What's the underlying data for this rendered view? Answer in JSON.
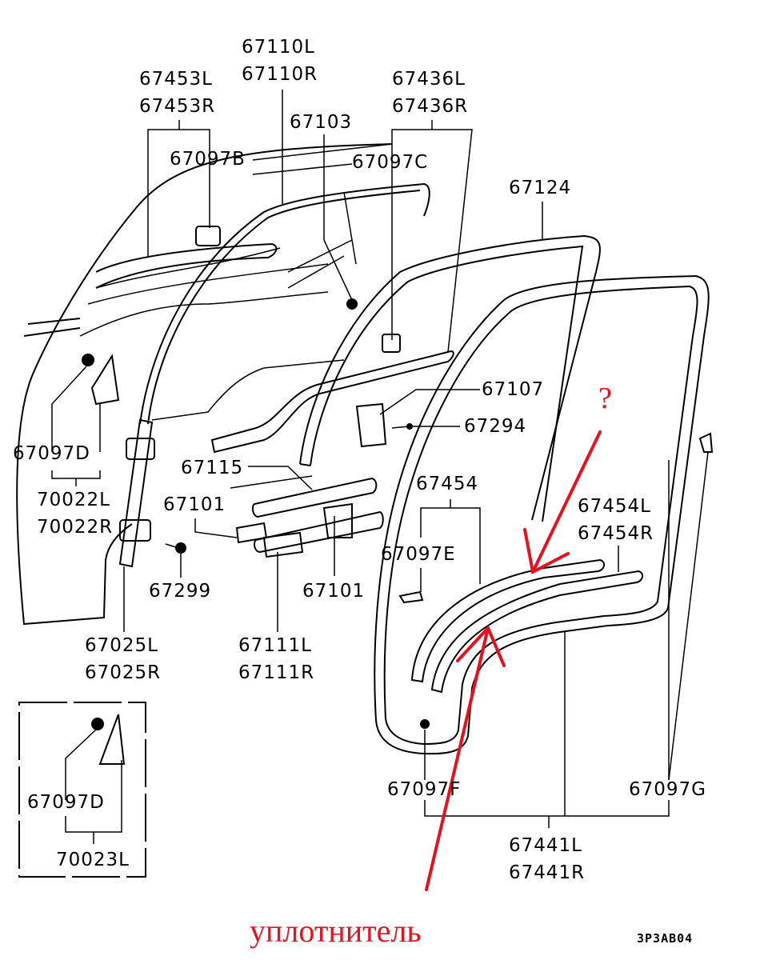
{
  "diagram": {
    "title_code": "3P3AB04",
    "annotation_text": "уплотнитель",
    "question_mark": "?",
    "annotation_color": "#e8101c",
    "labels": {
      "p67110": [
        "67110L",
        "67110R"
      ],
      "p67453": [
        "67453L",
        "67453R"
      ],
      "p67103": "67103",
      "p67436": [
        "67436L",
        "67436R"
      ],
      "p67097B": "67097B",
      "p67097C": "67097C",
      "p67124": "67124",
      "p67107": "67107",
      "p67294": "67294",
      "p67097D": "67097D",
      "p70022": [
        "70022L",
        "70022R"
      ],
      "p67115": "67115",
      "p67101_top": "67101",
      "p67454": "67454",
      "p67454LR": [
        "67454L",
        "67454R"
      ],
      "p67097E": "67097E",
      "p67299": "67299",
      "p67101_bottom": "67101",
      "p67025": [
        "67025L",
        "67025R"
      ],
      "p67111": [
        "67111L",
        "67111R"
      ],
      "p67097F": "67097F",
      "p67097G": "67097G",
      "p67441": [
        "67441L",
        "67441R"
      ],
      "inset_67097D": "67097D",
      "inset_70023L": "70023L"
    }
  }
}
